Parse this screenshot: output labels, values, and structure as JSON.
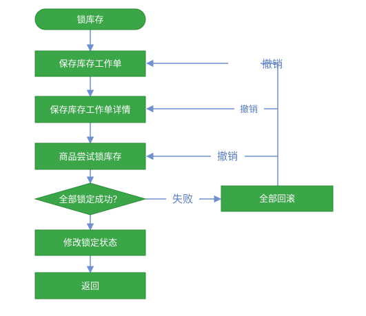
{
  "colors": {
    "node_fill": "#3aa648",
    "node_stroke": "#2e8b3a",
    "line": "#6f8fcf",
    "label_text": "#5b7ec3",
    "node_text": "#ffffff"
  },
  "nodes": {
    "start": "锁库存",
    "save_order": "保存库存工作单",
    "save_detail": "保存库存工作单详情",
    "try_lock": "商品尝试锁库存",
    "decision": "全部锁定成功？",
    "rollback": "全部回滚",
    "update_status": "修改锁定状态",
    "return": "返回"
  },
  "edges": {
    "fail_label": "失败",
    "undo_label_1": "撤销",
    "undo_label_2": "撤销",
    "undo_label_3": "撤销"
  }
}
